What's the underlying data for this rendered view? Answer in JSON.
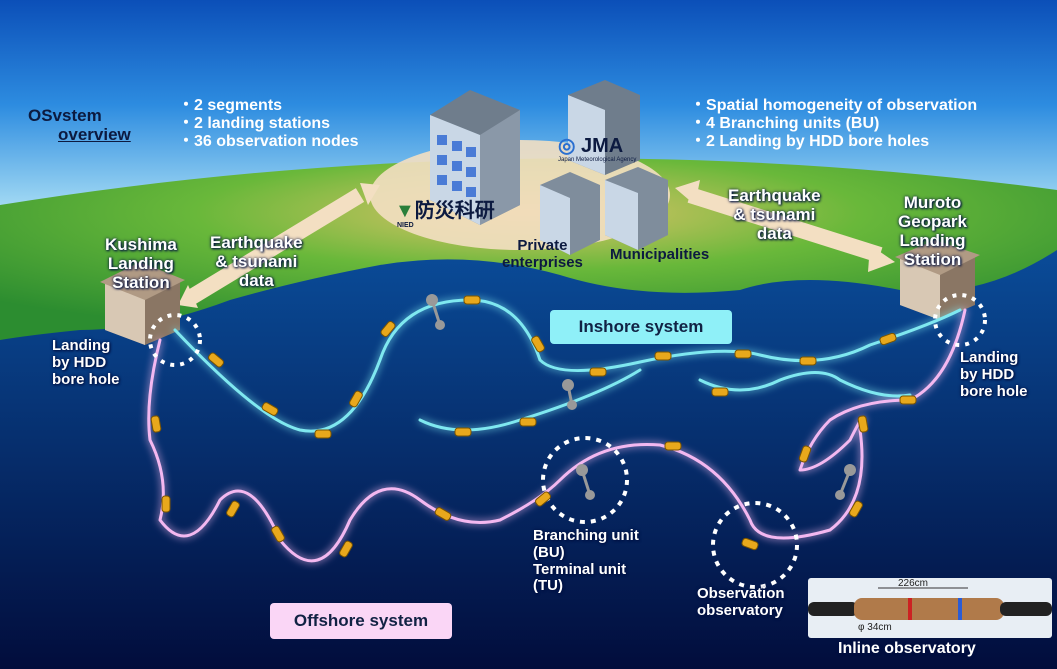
{
  "overview": {
    "title_line1": "OSvstem",
    "title_line2": "overview"
  },
  "left_bullets": [
    "2 segments",
    "2 landing stations",
    "36 observation nodes"
  ],
  "right_bullets": [
    "Spatial homogeneity of observation",
    "4 Branching units (BU)",
    "2 Landing by HDD bore holes"
  ],
  "stations": {
    "kushima": {
      "lines": [
        "Kushima",
        "Landing",
        "Station"
      ]
    },
    "muroto": {
      "lines": [
        "Muroto",
        "Geopark",
        "Landing",
        "Station"
      ]
    }
  },
  "data_flow_left": [
    "Earthquake",
    "& tsunami",
    "data"
  ],
  "data_flow_right": [
    "Earthquake",
    "& tsunami",
    "data"
  ],
  "agencies": {
    "nied": "防災科研",
    "nied_sub": "NIED",
    "jma": "JMA",
    "jma_sub": "Japan Meteorological Agency",
    "private": [
      "Private",
      "enterprises"
    ],
    "municipalities": "Municipalities"
  },
  "landing_left": [
    "Landing",
    "by HDD",
    "bore hole"
  ],
  "landing_right": [
    "Landing",
    "by HDD",
    "bore hole"
  ],
  "systems": {
    "inshore": "Inshore system",
    "offshore": "Offshore system"
  },
  "branching": [
    "Branching unit",
    "(BU)",
    "Terminal unit",
    "(TU)"
  ],
  "observation": [
    "Observation",
    "observatory"
  ],
  "inline": {
    "title": "Inline observatory",
    "length": "226cm",
    "diameter": "φ 34cm"
  },
  "colors": {
    "inshore_cable": "#7fe8f0",
    "offshore_cable": "#f3b8f0",
    "node": "#e8a81c",
    "land": "#3aa83a"
  }
}
